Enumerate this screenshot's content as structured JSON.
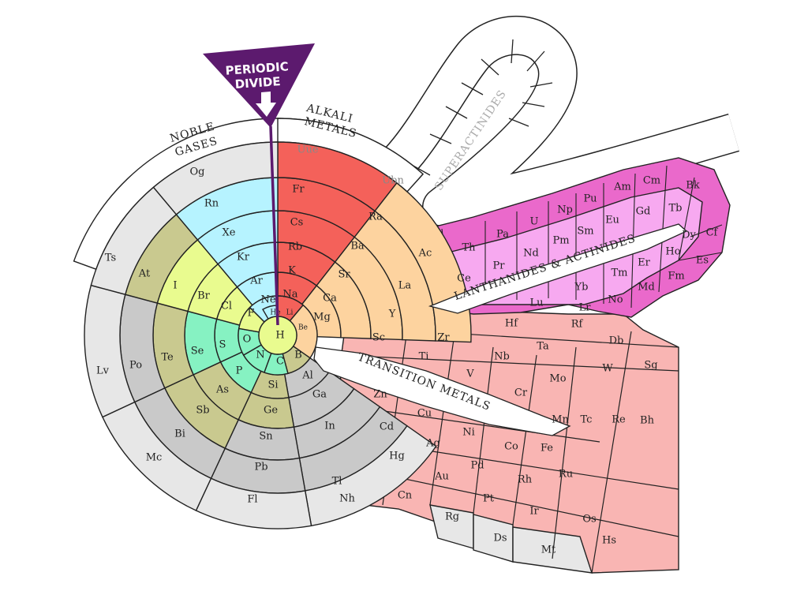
{
  "labels": {
    "periodic_divide_line1": "PERIODIC",
    "periodic_divide_line2": "DIVIDE",
    "noble_gases_line1": "NOBLE",
    "noble_gases_line2": "GASES",
    "alkali_metals_line1": "ALKALI",
    "alkali_metals_line2": "METALS",
    "superactinides": "SUPERACTINIDES",
    "lanthanides_actinides": "LANTHANIDES & ACTINIDES",
    "transition_metals": "TRANSITION METALS"
  },
  "colors": {
    "alkali": "#f4615a",
    "alkaline": "#fdd39f",
    "transition": "#f9b5b3",
    "post": "#c9c9c9",
    "metalloid": "#c9c98f",
    "nonmetal": "#86f2c2",
    "halogen": "#e9fb8f",
    "noble": "#b6f3ff",
    "hydrogen": "#e9fb8f",
    "lanthanide": "#f7a9f0",
    "actinide": "#ea69cb",
    "unknown": "#e7e7e7",
    "superactinide": "#ffffff",
    "divide": "#5c1a6e"
  },
  "elements": [
    {
      "s": "H",
      "g": "hydrogen"
    },
    {
      "s": "He",
      "g": "noble"
    },
    {
      "s": "Li",
      "g": "alkali"
    },
    {
      "s": "Be",
      "g": "alkaline"
    },
    {
      "s": "B",
      "g": "metalloid"
    },
    {
      "s": "C",
      "g": "nonmetal"
    },
    {
      "s": "N",
      "g": "nonmetal"
    },
    {
      "s": "O",
      "g": "nonmetal"
    },
    {
      "s": "F",
      "g": "halogen"
    },
    {
      "s": "Ne",
      "g": "noble"
    },
    {
      "s": "Na",
      "g": "alkali"
    },
    {
      "s": "Mg",
      "g": "alkaline"
    },
    {
      "s": "Al",
      "g": "post"
    },
    {
      "s": "Si",
      "g": "metalloid"
    },
    {
      "s": "P",
      "g": "nonmetal"
    },
    {
      "s": "S",
      "g": "nonmetal"
    },
    {
      "s": "Cl",
      "g": "halogen"
    },
    {
      "s": "Ar",
      "g": "noble"
    },
    {
      "s": "K",
      "g": "alkali"
    },
    {
      "s": "Ca",
      "g": "alkaline"
    },
    {
      "s": "Ga",
      "g": "post"
    },
    {
      "s": "Ge",
      "g": "metalloid"
    },
    {
      "s": "As",
      "g": "metalloid"
    },
    {
      "s": "Se",
      "g": "nonmetal"
    },
    {
      "s": "Br",
      "g": "halogen"
    },
    {
      "s": "Kr",
      "g": "noble"
    },
    {
      "s": "Rb",
      "g": "alkali"
    },
    {
      "s": "Sr",
      "g": "alkaline"
    },
    {
      "s": "In",
      "g": "post"
    },
    {
      "s": "Sn",
      "g": "post"
    },
    {
      "s": "Sb",
      "g": "metalloid"
    },
    {
      "s": "Te",
      "g": "metalloid"
    },
    {
      "s": "I",
      "g": "halogen"
    },
    {
      "s": "Xe",
      "g": "noble"
    },
    {
      "s": "Cs",
      "g": "alkali"
    },
    {
      "s": "Ba",
      "g": "alkaline"
    },
    {
      "s": "Tl",
      "g": "post"
    },
    {
      "s": "Pb",
      "g": "post"
    },
    {
      "s": "Bi",
      "g": "post"
    },
    {
      "s": "Po",
      "g": "post"
    },
    {
      "s": "At",
      "g": "metalloid"
    },
    {
      "s": "Rn",
      "g": "noble"
    },
    {
      "s": "Fr",
      "g": "alkali"
    },
    {
      "s": "Ra",
      "g": "alkaline"
    },
    {
      "s": "Nh",
      "g": "unknown"
    },
    {
      "s": "Fl",
      "g": "unknown"
    },
    {
      "s": "Mc",
      "g": "unknown"
    },
    {
      "s": "Lv",
      "g": "unknown"
    },
    {
      "s": "Ts",
      "g": "unknown"
    },
    {
      "s": "Og",
      "g": "unknown"
    },
    {
      "s": "Uue",
      "g": "superactinide"
    },
    {
      "s": "Ubn",
      "g": "superactinide"
    },
    {
      "s": "Sc",
      "g": "transition"
    },
    {
      "s": "Y",
      "g": "transition"
    },
    {
      "s": "Ti",
      "g": "transition"
    },
    {
      "s": "Zr",
      "g": "transition"
    },
    {
      "s": "V",
      "g": "transition"
    },
    {
      "s": "Nb",
      "g": "transition"
    },
    {
      "s": "Cr",
      "g": "transition"
    },
    {
      "s": "Mo",
      "g": "transition"
    },
    {
      "s": "Mn",
      "g": "transition"
    },
    {
      "s": "Tc",
      "g": "transition"
    },
    {
      "s": "Fe",
      "g": "transition"
    },
    {
      "s": "Co",
      "g": "transition"
    },
    {
      "s": "Ni",
      "g": "transition"
    },
    {
      "s": "Cu",
      "g": "transition"
    },
    {
      "s": "Zn",
      "g": "transition"
    },
    {
      "s": "Cd",
      "g": "transition"
    },
    {
      "s": "Ag",
      "g": "transition"
    },
    {
      "s": "Pd",
      "g": "transition"
    },
    {
      "s": "Rh",
      "g": "transition"
    },
    {
      "s": "Ru",
      "g": "transition"
    },
    {
      "s": "Os",
      "g": "transition"
    },
    {
      "s": "Ir",
      "g": "transition"
    },
    {
      "s": "Pt",
      "g": "transition"
    },
    {
      "s": "Au",
      "g": "transition"
    },
    {
      "s": "Hg",
      "g": "transition"
    },
    {
      "s": "Cn",
      "g": "transition"
    },
    {
      "s": "Rg",
      "g": "unknown"
    },
    {
      "s": "Ds",
      "g": "unknown"
    },
    {
      "s": "Mt",
      "g": "unknown"
    },
    {
      "s": "Hs",
      "g": "transition"
    },
    {
      "s": "Bh",
      "g": "transition"
    },
    {
      "s": "Re",
      "g": "transition"
    },
    {
      "s": "W",
      "g": "transition"
    },
    {
      "s": "Sg",
      "g": "transition"
    },
    {
      "s": "Db",
      "g": "transition"
    },
    {
      "s": "Ta",
      "g": "transition"
    },
    {
      "s": "Hf",
      "g": "transition"
    },
    {
      "s": "Rf",
      "g": "transition"
    },
    {
      "s": "La",
      "g": "lanthanide"
    },
    {
      "s": "Ac",
      "g": "actinide"
    },
    {
      "s": "Ce",
      "g": "lanthanide"
    },
    {
      "s": "Th",
      "g": "actinide"
    },
    {
      "s": "Pr",
      "g": "lanthanide"
    },
    {
      "s": "Pa",
      "g": "actinide"
    },
    {
      "s": "Nd",
      "g": "lanthanide"
    },
    {
      "s": "U",
      "g": "actinide"
    },
    {
      "s": "Pm",
      "g": "lanthanide"
    },
    {
      "s": "Np",
      "g": "actinide"
    },
    {
      "s": "Sm",
      "g": "lanthanide"
    },
    {
      "s": "Pu",
      "g": "actinide"
    },
    {
      "s": "Eu",
      "g": "lanthanide"
    },
    {
      "s": "Am",
      "g": "actinide"
    },
    {
      "s": "Gd",
      "g": "lanthanide"
    },
    {
      "s": "Cm",
      "g": "actinide"
    },
    {
      "s": "Tb",
      "g": "lanthanide"
    },
    {
      "s": "Bk",
      "g": "actinide"
    },
    {
      "s": "Dy",
      "g": "lanthanide"
    },
    {
      "s": "Cf",
      "g": "actinide"
    },
    {
      "s": "Ho",
      "g": "lanthanide"
    },
    {
      "s": "Es",
      "g": "actinide"
    },
    {
      "s": "Er",
      "g": "lanthanide"
    },
    {
      "s": "Fm",
      "g": "actinide"
    },
    {
      "s": "Tm",
      "g": "lanthanide"
    },
    {
      "s": "Md",
      "g": "actinide"
    },
    {
      "s": "Yb",
      "g": "lanthanide"
    },
    {
      "s": "No",
      "g": "actinide"
    },
    {
      "s": "Lu",
      "g": "lanthanide"
    },
    {
      "s": "Lr",
      "g": "actinide"
    }
  ]
}
